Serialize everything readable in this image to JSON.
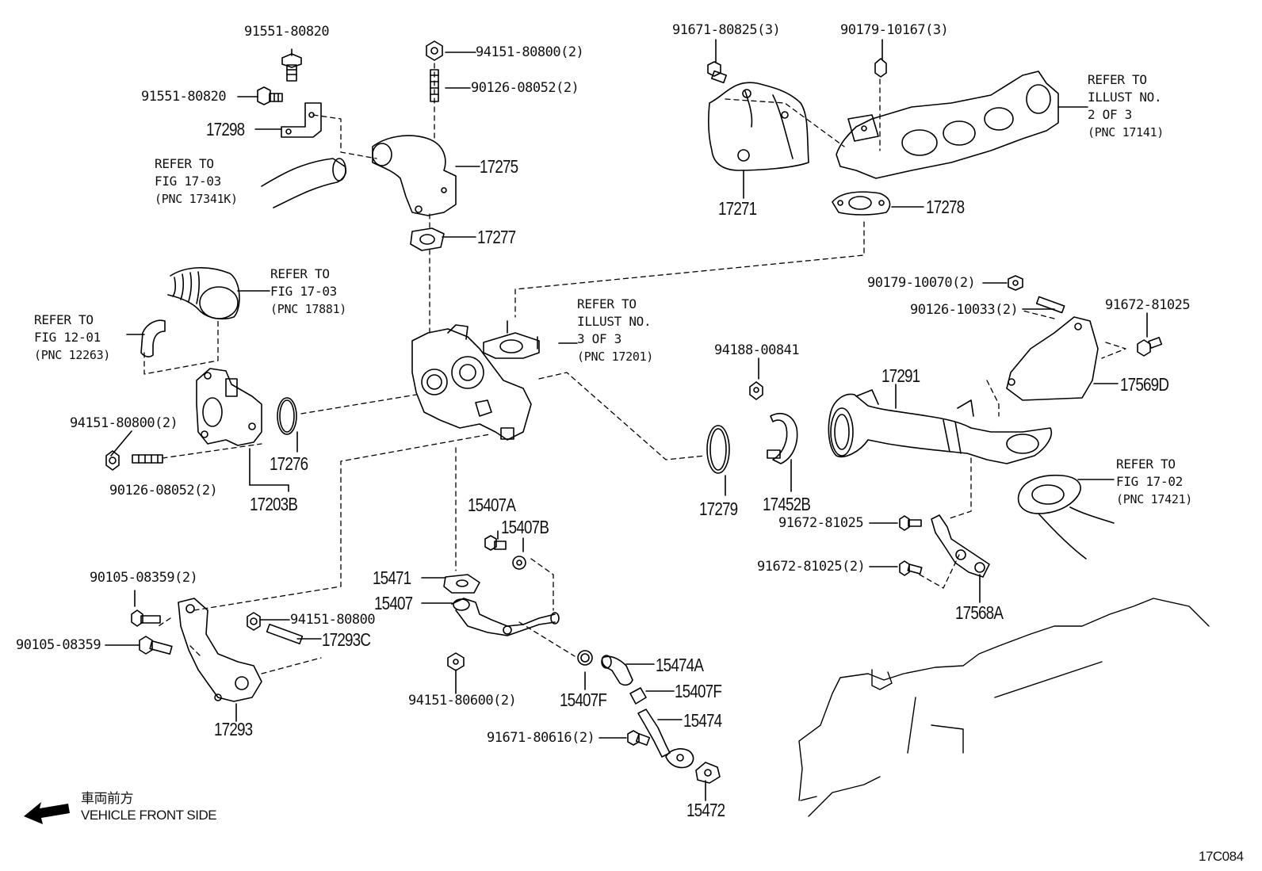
{
  "part_labels": {
    "l91551a": "91551-80820",
    "l91551b": "91551-80820",
    "l17298": "17298",
    "l94151_2a": "94151-80800(2)",
    "l90126_2a": "90126-08052(2)",
    "l17275": "17275",
    "l17277": "17277",
    "l91671_3": "91671-80825(3)",
    "l90179_3": "90179-10167(3)",
    "l17271": "17271",
    "l17278": "17278",
    "l94151_2b": "94151-80800(2)",
    "l90126_2b": "90126-08052(2)",
    "l17276": "17276",
    "l17203B": "17203B",
    "l90179_2": "90179-10070(2)",
    "l90126_10033": "90126-10033(2)",
    "l91672_81025_top": "91672-81025",
    "l17291": "17291",
    "l17569D": "17569D",
    "l94188": "94188-00841",
    "l17279": "17279",
    "l17452B": "17452B",
    "l91672_81025_mid": "91672-81025",
    "l91672_81025_2": "91672-81025(2)",
    "l17568A": "17568A",
    "l15407A": "15407A",
    "l15407B": "15407B",
    "l15471": "15471",
    "l15407": "15407",
    "l90105_2": "90105-08359(2)",
    "l90105": "90105-08359",
    "l94151_80800": "94151-80800",
    "l17293C": "17293C",
    "l17293": "17293",
    "l94151_80600": "94151-80600(2)",
    "l15407F_a": "15407F",
    "l15474A": "15474A",
    "l15407F_b": "15407F",
    "l15474": "15474",
    "l91671_80616": "91671-80616(2)",
    "l15472": "15472"
  },
  "refer_notes": {
    "fig1703a": {
      "l1": "REFER TO",
      "l2": "FIG 17-03",
      "l3": "(PNC 17341K)"
    },
    "fig1703b": {
      "l1": "REFER TO",
      "l2": "FIG 17-03",
      "l3": "(PNC 17881)"
    },
    "fig1201": {
      "l1": "REFER TO",
      "l2": "FIG 12-01",
      "l3": "(PNC 12263)"
    },
    "illust2": {
      "l1": "REFER TO",
      "l2": "ILLUST NO.",
      "l3": "2 OF 3",
      "l4": "(PNC 17141)"
    },
    "illust3": {
      "l1": "REFER TO",
      "l2": "ILLUST NO.",
      "l3": "3 OF 3",
      "l4": "(PNC 17201)"
    },
    "fig1702": {
      "l1": "REFER TO",
      "l2": "FIG 17-02",
      "l3": "(PNC 17421)"
    }
  },
  "legend": {
    "japanese": "車両前方",
    "english": "VEHICLE FRONT SIDE",
    "arrow_icon": "left-arrow-icon"
  },
  "diagram_code": "17C084"
}
